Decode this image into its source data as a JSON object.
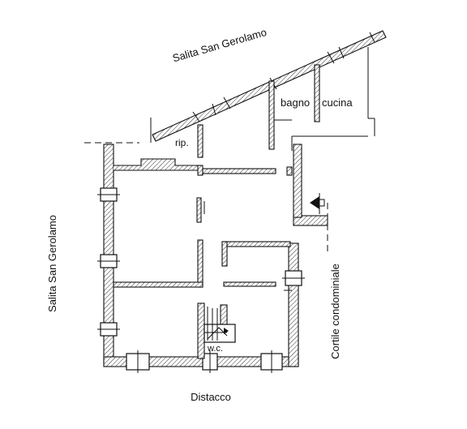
{
  "plan": {
    "rooms": {
      "bagno": "bagno",
      "cucina": "cucina",
      "rip": "rip.",
      "wc": "w.c."
    },
    "streets": {
      "top": "Salita San Gerolamo",
      "left": "Salita San Gerolamo",
      "right": "Cortile condominiale",
      "bottom": "Distacco"
    }
  }
}
